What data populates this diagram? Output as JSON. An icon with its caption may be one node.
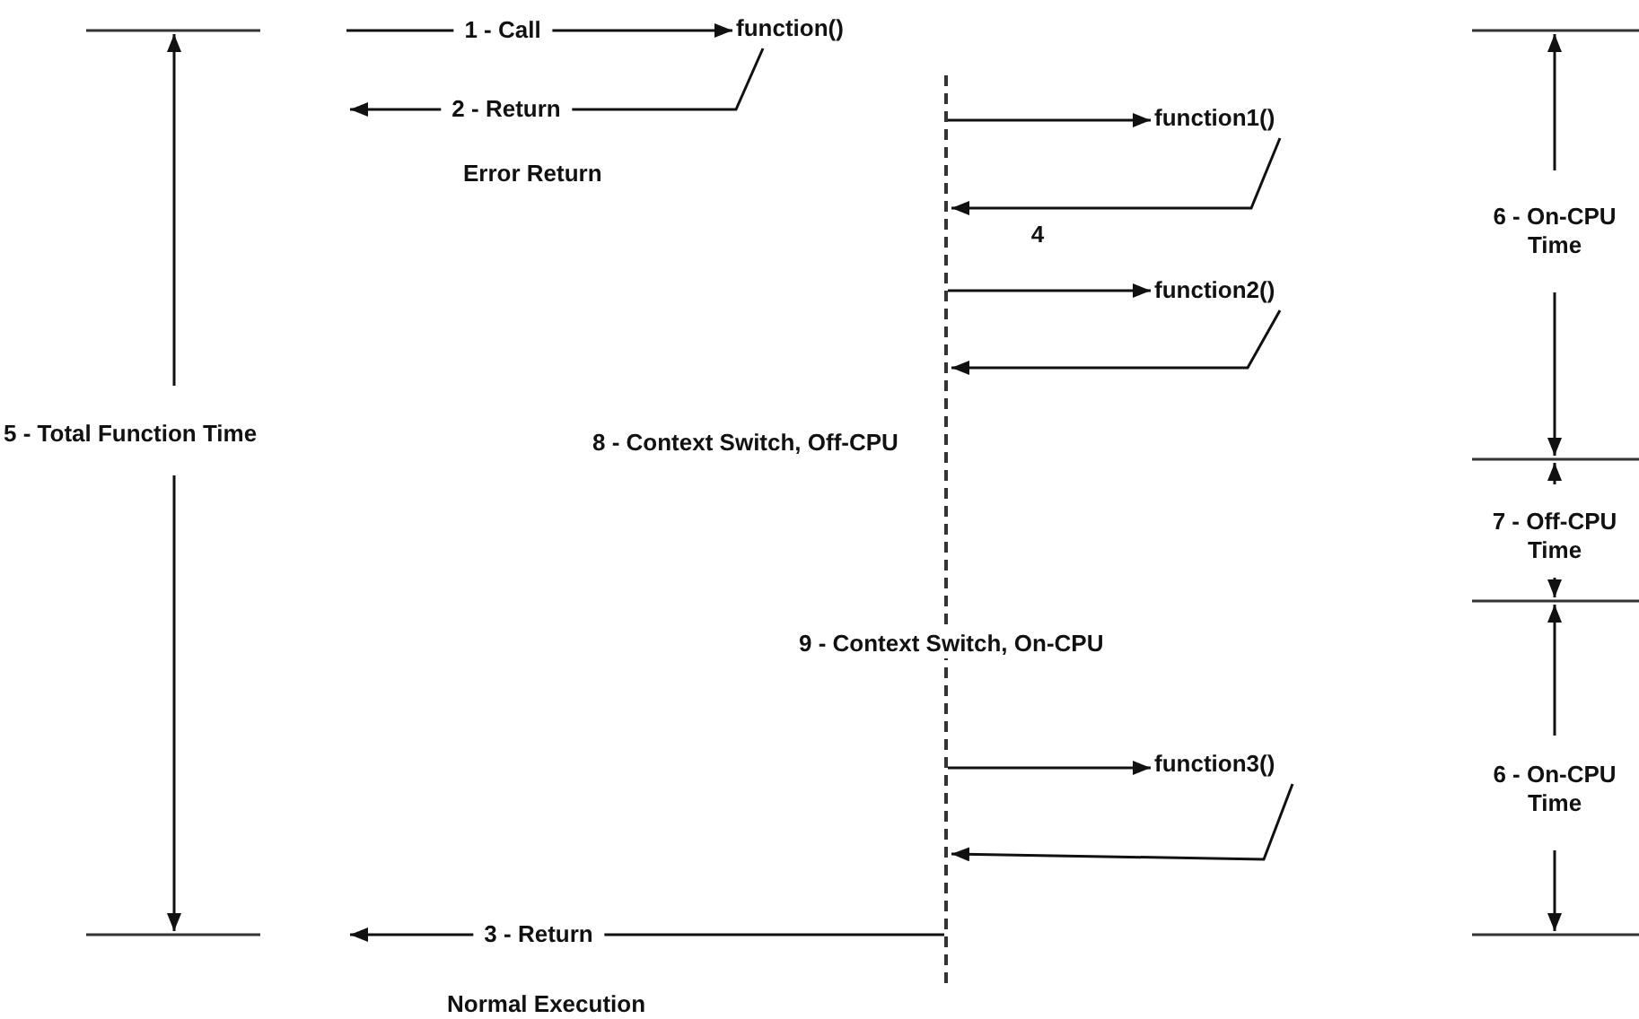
{
  "diagram": {
    "nodes": [
      {
        "text": [
          "function()"
        ]
      },
      {
        "text": [],
        "shape": "bar"
      },
      {
        "text": [
          "function1()"
        ]
      },
      {
        "text": [
          "function2()"
        ]
      },
      {
        "text": [
          "function3()"
        ]
      }
    ],
    "edges": [
      {
        "from": null,
        "to": 0,
        "arrow": "to",
        "label": "1 - Call"
      },
      {
        "from": 0,
        "to": null,
        "arrow": "to",
        "label": "2 - Return"
      },
      {
        "from": 1,
        "to": 2,
        "arrow": "to"
      },
      {
        "from": 2,
        "to": 1,
        "arrow": "to",
        "label": "4"
      },
      {
        "from": 1,
        "to": 3,
        "arrow": "to"
      },
      {
        "from": 3,
        "to": 1,
        "arrow": "to"
      },
      {
        "from": 1,
        "to": 4,
        "arrow": "to"
      },
      {
        "from": 4,
        "to": 1,
        "arrow": "to"
      },
      {
        "from": 1,
        "to": null,
        "arrow": "to",
        "label": "3 - Return"
      }
    ],
    "labels": [
      "Error Return",
      "6 - On-CPU Time",
      "5 - Total Function Time",
      "8 - Context Switch, Off-CPU",
      "7 - Off-CPU Time",
      "9 - Context Switch, On-CPU",
      "6 - On-CPU Time",
      "Normal Execution"
    ]
  }
}
